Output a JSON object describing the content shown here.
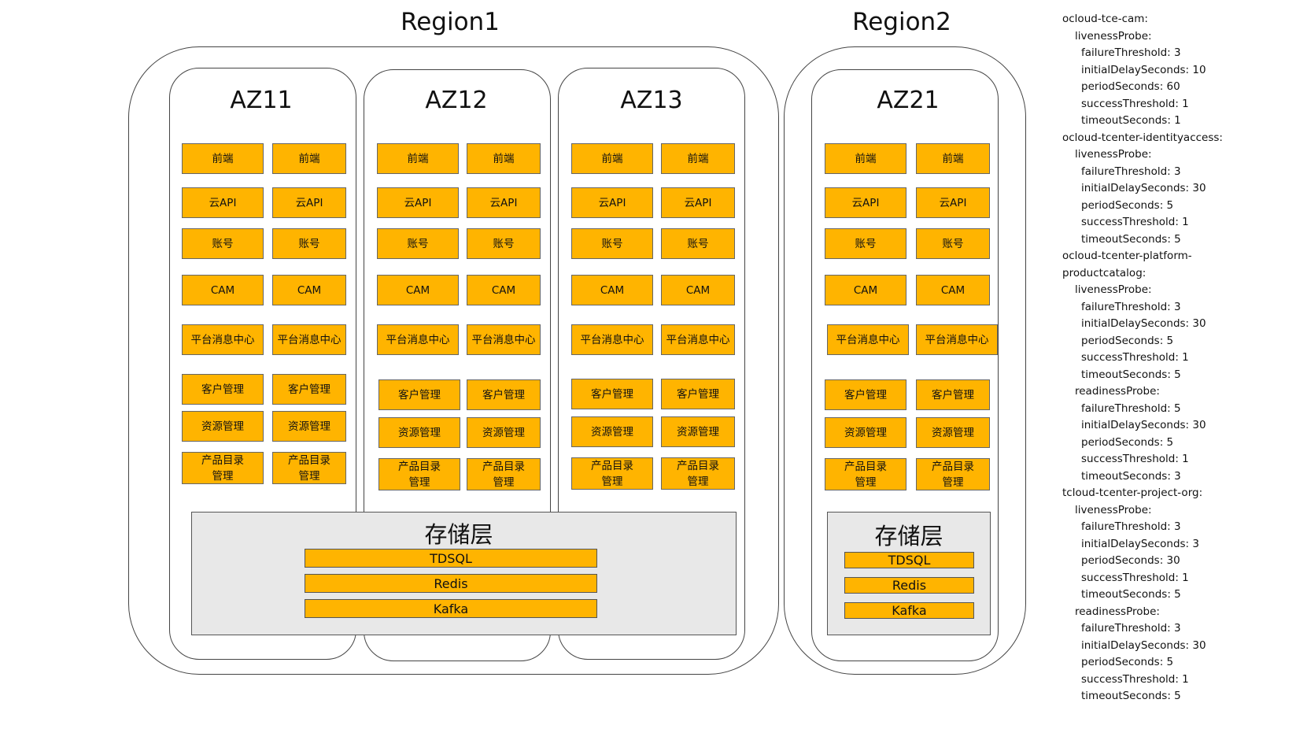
{
  "regions": [
    {
      "title": "Region1"
    },
    {
      "title": "Region2"
    }
  ],
  "azs": [
    {
      "title": "AZ11"
    },
    {
      "title": "AZ12"
    },
    {
      "title": "AZ13"
    },
    {
      "title": "AZ21"
    }
  ],
  "service_labels": [
    "前端",
    "云API",
    "账号",
    "CAM",
    "平台消息中心",
    "客户管理",
    "资源管理",
    "产品目录\n管理"
  ],
  "storage": {
    "title": "存储层",
    "items": [
      "TDSQL",
      "Redis",
      "Kafka"
    ]
  },
  "config_lines": [
    {
      "indent": 0,
      "text": "ocloud-tce-cam:"
    },
    {
      "indent": 1,
      "text": "livenessProbe:"
    },
    {
      "indent": 2,
      "text": "failureThreshold: 3"
    },
    {
      "indent": 2,
      "text": "initialDelaySeconds: 10"
    },
    {
      "indent": 2,
      "text": "periodSeconds: 60"
    },
    {
      "indent": 2,
      "text": "successThreshold: 1"
    },
    {
      "indent": 2,
      "text": "timeoutSeconds: 1"
    },
    {
      "indent": 0,
      "text": "ocloud-tcenter-identityaccess:"
    },
    {
      "indent": 1,
      "text": "livenessProbe:"
    },
    {
      "indent": 2,
      "text": "failureThreshold: 3"
    },
    {
      "indent": 2,
      "text": "initialDelaySeconds: 30"
    },
    {
      "indent": 2,
      "text": "periodSeconds: 5"
    },
    {
      "indent": 2,
      "text": "successThreshold: 1"
    },
    {
      "indent": 2,
      "text": "timeoutSeconds: 5"
    },
    {
      "indent": 0,
      "text": "ocloud-tcenter-platform-"
    },
    {
      "indent": 0,
      "text": "productcatalog:"
    },
    {
      "indent": 1,
      "text": "livenessProbe:"
    },
    {
      "indent": 2,
      "text": "failureThreshold: 3"
    },
    {
      "indent": 2,
      "text": "initialDelaySeconds: 30"
    },
    {
      "indent": 2,
      "text": "periodSeconds: 5"
    },
    {
      "indent": 2,
      "text": "successThreshold: 1"
    },
    {
      "indent": 2,
      "text": "timeoutSeconds: 5"
    },
    {
      "indent": 1,
      "text": "readinessProbe:"
    },
    {
      "indent": 2,
      "text": "failureThreshold: 5"
    },
    {
      "indent": 2,
      "text": "initialDelaySeconds: 30"
    },
    {
      "indent": 2,
      "text": "periodSeconds: 5"
    },
    {
      "indent": 2,
      "text": "successThreshold: 1"
    },
    {
      "indent": 2,
      "text": "timeoutSeconds: 3"
    },
    {
      "indent": 0,
      "text": "tcloud-tcenter-project-org:"
    },
    {
      "indent": 1,
      "text": "livenessProbe:"
    },
    {
      "indent": 2,
      "text": "failureThreshold: 3"
    },
    {
      "indent": 2,
      "text": "initialDelaySeconds: 3"
    },
    {
      "indent": 2,
      "text": "periodSeconds: 30"
    },
    {
      "indent": 2,
      "text": "successThreshold: 1"
    },
    {
      "indent": 2,
      "text": "timeoutSeconds: 5"
    },
    {
      "indent": 1,
      "text": "readinessProbe:"
    },
    {
      "indent": 2,
      "text": "failureThreshold: 3"
    },
    {
      "indent": 2,
      "text": "initialDelaySeconds: 30"
    },
    {
      "indent": 2,
      "text": "periodSeconds: 5"
    },
    {
      "indent": 2,
      "text": "successThreshold: 1"
    },
    {
      "indent": 2,
      "text": "timeoutSeconds: 5"
    }
  ]
}
